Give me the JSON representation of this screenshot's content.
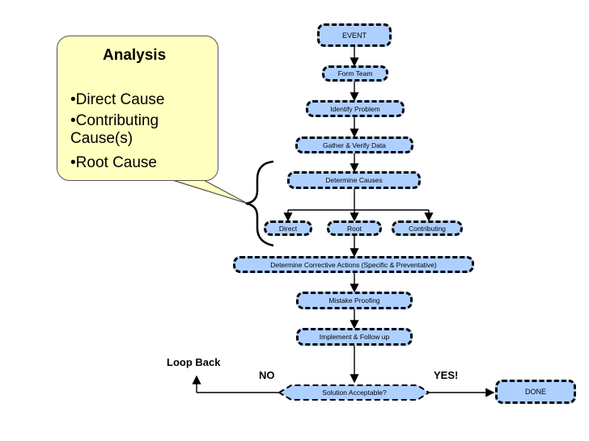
{
  "analysis": {
    "title": "Analysis",
    "items": [
      "•Direct Cause",
      "•Contributing Cause(s)",
      "•Root Cause"
    ]
  },
  "flow": {
    "event": "EVENT",
    "form_team": "Form Team",
    "identify_problem": "Identify Problem",
    "gather_verify": "Gather & Verify Data",
    "determine_causes": "Determine Causes",
    "direct": "Direct",
    "root": "Root",
    "contributing": "Contributing",
    "corrective_actions": "Determine Corrective Actions (Specific & Preventative)",
    "mistake_proofing": "Mistake Proofing",
    "implement": "Implement & Follow up",
    "solution_acceptable": "Solution Acceptable?",
    "done": "DONE"
  },
  "labels": {
    "loop_back": "Loop Back",
    "no": "NO",
    "yes": "YES!"
  },
  "colors": {
    "box_fill": "#aed0ff",
    "callout_fill": "#ffffbf"
  }
}
